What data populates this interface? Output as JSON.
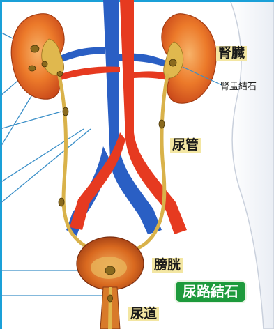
{
  "labels": {
    "kidney": "腎臓",
    "renal_pelvis_stone": "腎盂結石",
    "ureter": "尿管",
    "bladder": "膀胱",
    "urethra": "尿道",
    "title": "尿路結石"
  },
  "colors": {
    "frame": "#1aa0d8",
    "kidney": "#e8651f",
    "artery": "#e63a20",
    "vein": "#2a5fc4",
    "ureter": "#d9b24a",
    "stone": "#8a6a1e",
    "label_bg": "#f3e6a2",
    "badge": "#1d9a3c",
    "pointer": "#3a8fc8"
  }
}
